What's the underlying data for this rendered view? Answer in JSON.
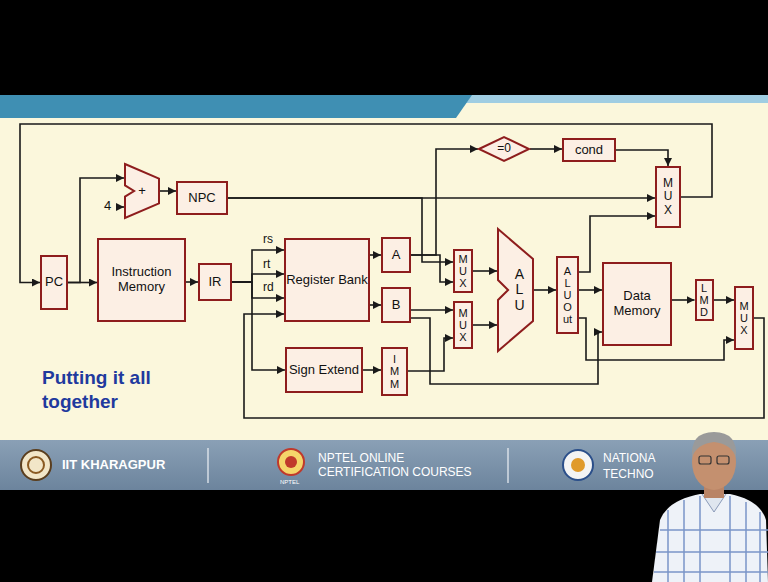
{
  "diagram": {
    "title": "Putting it all together",
    "nodes": [
      {
        "text": [
          "PC"
        ]
      },
      {
        "text": [
          "+"
        ]
      },
      {
        "text": [
          "NPC"
        ]
      },
      {
        "text": [
          "Instruction Memory"
        ]
      },
      {
        "text": [
          "IR"
        ]
      },
      {
        "text": [
          "Register Bank"
        ]
      },
      {
        "text": [
          "A"
        ]
      },
      {
        "text": [
          "B"
        ]
      },
      {
        "text": [
          "Sign Extend"
        ]
      },
      {
        "text": [
          "IMM"
        ]
      },
      {
        "text": [
          "=0"
        ]
      },
      {
        "text": [
          "cond"
        ]
      },
      {
        "text": [
          "MUX"
        ]
      },
      {
        "text": [
          "MUX"
        ]
      },
      {
        "text": [
          "MUX"
        ]
      },
      {
        "text": [
          "ALU"
        ]
      },
      {
        "text": [
          "ALUOut"
        ]
      },
      {
        "text": [
          "Data Memory"
        ]
      },
      {
        "text": [
          "LMD"
        ]
      },
      {
        "text": [
          "MUX"
        ]
      }
    ],
    "edges": [
      {
        "from": 0,
        "to": 3,
        "arrow": "to"
      },
      {
        "from": 0,
        "to": 1,
        "arrow": "to"
      },
      {
        "from": 1,
        "to": 2,
        "arrow": "to"
      },
      {
        "from": 2,
        "to": 12,
        "arrow": "to"
      },
      {
        "from": 2,
        "to": 13,
        "arrow": "to"
      },
      {
        "from": 3,
        "to": 4,
        "arrow": "to"
      },
      {
        "from": 4,
        "to": 5,
        "label": "rs",
        "arrow": "to"
      },
      {
        "from": 4,
        "to": 5,
        "label": "rt",
        "arrow": "to"
      },
      {
        "from": 4,
        "to": 5,
        "label": "rd",
        "arrow": "to"
      },
      {
        "from": 4,
        "to": 8,
        "arrow": "to"
      },
      {
        "from": 5,
        "to": 6,
        "arrow": "to"
      },
      {
        "from": 5,
        "to": 7,
        "arrow": "to"
      },
      {
        "from": 8,
        "to": 9,
        "arrow": "to"
      },
      {
        "from": 6,
        "to": 13,
        "arrow": "to"
      },
      {
        "from": 6,
        "to": 10,
        "arrow": "to"
      },
      {
        "from": 7,
        "to": 14,
        "arrow": "to"
      },
      {
        "from": 9,
        "to": 14,
        "arrow": "to"
      },
      {
        "from": 7,
        "to": 17,
        "arrow": "to"
      },
      {
        "from": 13,
        "to": 15,
        "arrow": "to"
      },
      {
        "from": 14,
        "to": 15,
        "arrow": "to"
      },
      {
        "from": 10,
        "to": 11,
        "arrow": "to"
      },
      {
        "from": 11,
        "to": 12,
        "arrow": "to"
      },
      {
        "from": 15,
        "to": 16,
        "arrow": "to"
      },
      {
        "from": 16,
        "to": 17,
        "arrow": "to"
      },
      {
        "from": 16,
        "to": 12,
        "arrow": "to"
      },
      {
        "from": 16,
        "to": 19,
        "arrow": "to"
      },
      {
        "from": 17,
        "to": 18,
        "arrow": "to"
      },
      {
        "from": 18,
        "to": 19,
        "arrow": "to"
      },
      {
        "from": 12,
        "to": 0,
        "arrow": "to"
      },
      {
        "from": 19,
        "to": 5,
        "arrow": "to"
      }
    ],
    "labels": [
      "4",
      "IIT KHARAGPUR",
      "NPTEL ONLINE CERTIFICATION COURSES",
      "NPTEL",
      "NATIONA",
      "TECHNO"
    ]
  }
}
